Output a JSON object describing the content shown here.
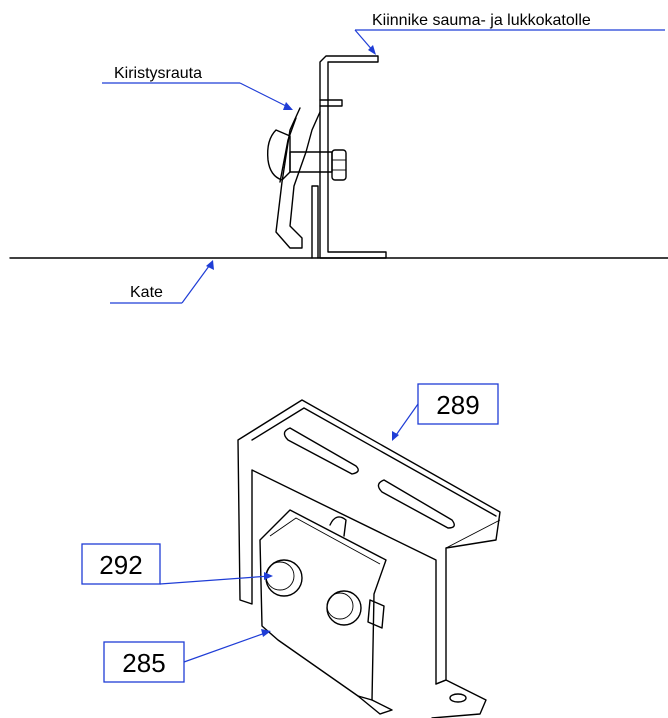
{
  "side_view": {
    "bracket_label": "Kiinnike sauma- ja lukkokatolle",
    "clamp_label": "Kiristysrauta",
    "roof_label": "Kate"
  },
  "iso_view": {
    "callouts": [
      {
        "id": "bracket",
        "text": "289"
      },
      {
        "id": "bolt",
        "text": "292"
      },
      {
        "id": "clamp",
        "text": "285"
      }
    ]
  },
  "colors": {
    "leader": "#1f3dd6",
    "line": "#000000",
    "background": "#ffffff"
  }
}
